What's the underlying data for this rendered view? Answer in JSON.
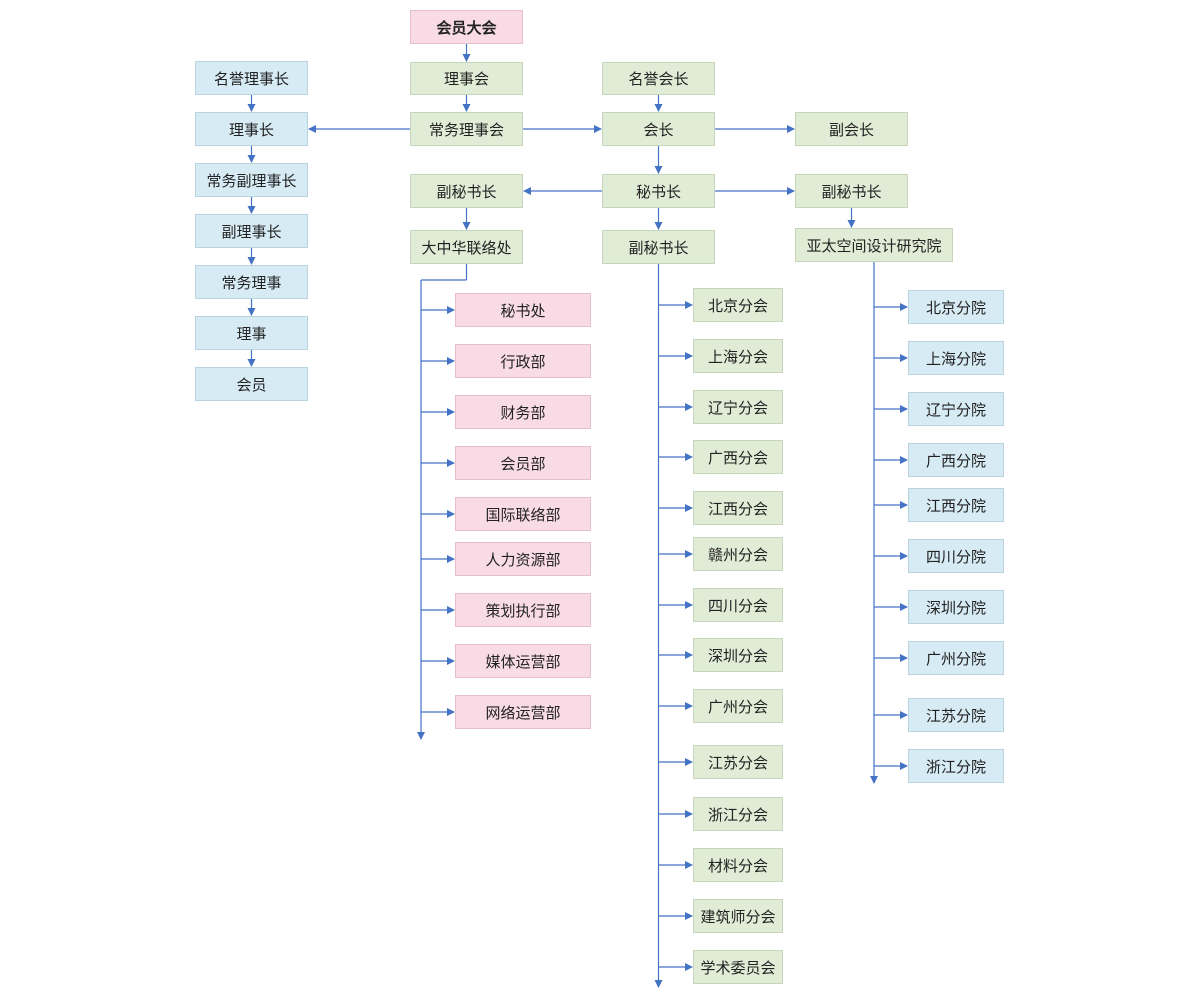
{
  "colors": {
    "line": "#4472c4",
    "pink": "#f8dbe4",
    "green": "#e1ecd7",
    "blue": "#d7ebf5"
  },
  "nodes": {
    "general_assembly": "会员大会",
    "council": "理事会",
    "standing_council": "常务理事会",
    "honorary_president": "名誉会长",
    "president": "会长",
    "vice_president": "副会长",
    "honorary_chairman": "名誉理事长",
    "chairman": "理事长",
    "standing_vice_chairman": "常务副理事长",
    "vice_chairman": "副理事长",
    "standing_director": "常务理事",
    "director": "理事",
    "member": "会员",
    "secretary_general": "秘书长",
    "deputy_sg_left": "副秘书长",
    "deputy_sg_center": "副秘书长",
    "deputy_sg_right": "副秘书长",
    "greater_china_office": "大中华联络处",
    "asia_pacific_institute": "亚太空间设计研究院"
  },
  "departments": [
    "秘书处",
    "行政部",
    "财务部",
    "会员部",
    "国际联络部",
    "人力资源部",
    "策划执行部",
    "媒体运营部",
    "网络运营部"
  ],
  "branches": [
    "北京分会",
    "上海分会",
    "辽宁分会",
    "广西分会",
    "江西分会",
    "赣州分会",
    "四川分会",
    "深圳分会",
    "广州分会",
    "江苏分会",
    "浙江分会",
    "材料分会",
    "建筑师分会",
    "学术委员会"
  ],
  "institutes": [
    "北京分院",
    "上海分院",
    "辽宁分院",
    "广西分院",
    "江西分院",
    "四川分院",
    "深圳分院",
    "广州分院",
    "江苏分院",
    "浙江分院"
  ]
}
